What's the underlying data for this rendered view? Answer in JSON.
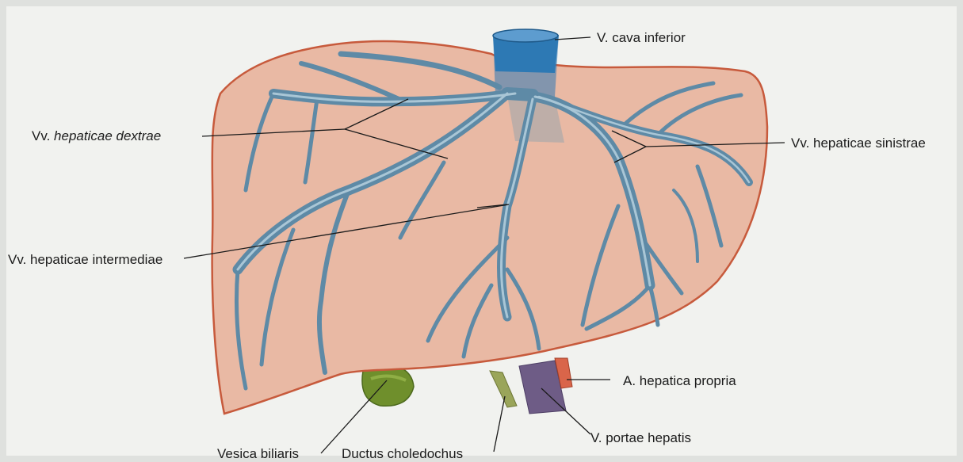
{
  "labels": {
    "vena_cava": "V. cava inferior",
    "hep_dextrae_prefix": "Vv.",
    "hep_dextrae_name": "hepaticae dextrae",
    "hep_sinistrae": "Vv. hepaticae sinistrae",
    "hep_intermediae": "Vv. hepaticae intermediae",
    "a_hepatica": "A. hepatica propria",
    "v_portae": "V. portae hepatis",
    "vesica": "Vesica biliaris",
    "ductus": "Ductus choledochus"
  },
  "colors": {
    "background": "#dfe1de",
    "page": "#f1f2ef",
    "liver_fill": "#e9b9a4",
    "liver_outline": "#c75a3c",
    "vein": "#5e8aa6",
    "vein_highlight": "#a9c6d6",
    "vena_cava": "#2d79b4",
    "gallbladder": "#6f8f2c",
    "portal_vein": "#6e5c86",
    "artery": "#d9654a",
    "bile_duct": "#9aa55a"
  }
}
